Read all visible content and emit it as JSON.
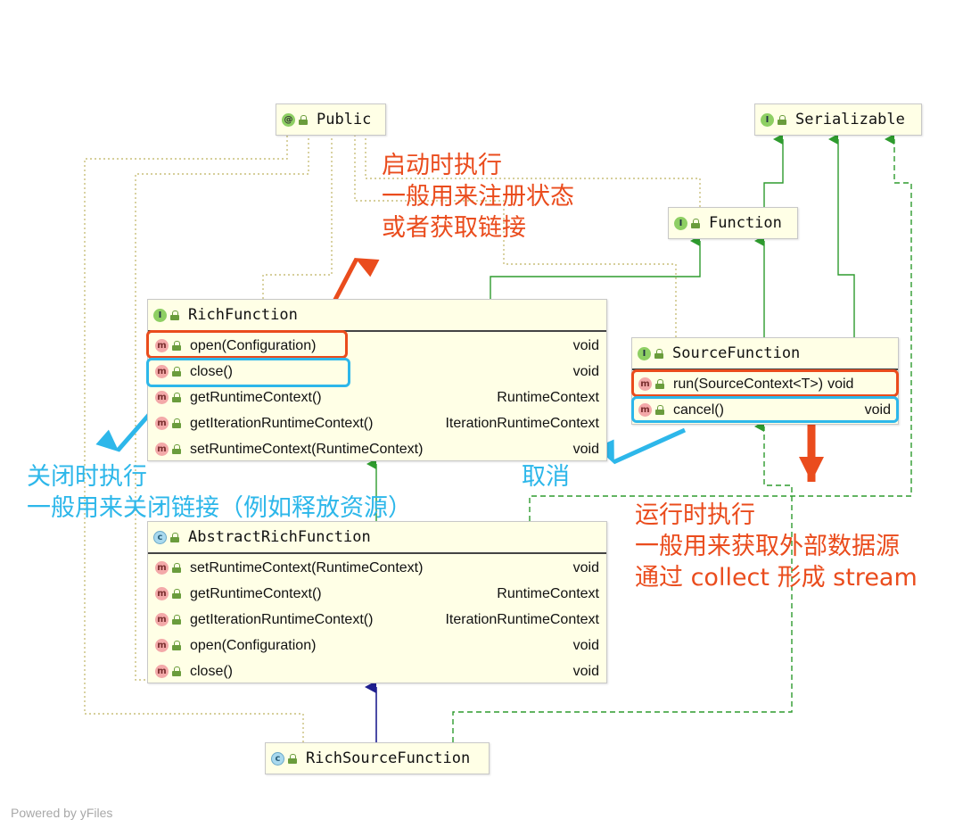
{
  "colors": {
    "node_fill": "#ffffe6",
    "annotation_red": "#ea4c1d",
    "annotation_blue": "#2db7ea",
    "inherit_arrow": "#2e9b2e",
    "extends_arrow": "#1f1f8f",
    "dotted_edge": "#c9bf7a"
  },
  "nodes": {
    "public": {
      "kind": "annotation",
      "badge": "@",
      "name": "Public"
    },
    "serializable": {
      "kind": "interface",
      "badge": "I",
      "name": "Serializable"
    },
    "function": {
      "kind": "interface",
      "badge": "I",
      "name": "Function"
    },
    "rich_function": {
      "kind": "interface",
      "badge": "I",
      "name": "RichFunction",
      "methods": [
        {
          "badge": "m",
          "name": "open(Configuration)",
          "type": "void"
        },
        {
          "badge": "m",
          "name": "close()",
          "type": "void"
        },
        {
          "badge": "m",
          "name": "getRuntimeContext()",
          "type": "RuntimeContext"
        },
        {
          "badge": "m",
          "name": "getIterationRuntimeContext()",
          "type": "IterationRuntimeContext"
        },
        {
          "badge": "m",
          "name": "setRuntimeContext(RuntimeContext)",
          "type": "void"
        }
      ]
    },
    "source_function": {
      "kind": "interface",
      "badge": "I",
      "name": "SourceFunction",
      "methods": [
        {
          "badge": "m",
          "name": "run(SourceContext<T>)",
          "type": "void"
        },
        {
          "badge": "m",
          "name": "cancel()",
          "type": "void"
        }
      ]
    },
    "abstract_rich_function": {
      "kind": "class",
      "badge": "c",
      "name": "AbstractRichFunction",
      "methods": [
        {
          "badge": "m",
          "name": "setRuntimeContext(RuntimeContext)",
          "type": "void"
        },
        {
          "badge": "m",
          "name": "getRuntimeContext()",
          "type": "RuntimeContext"
        },
        {
          "badge": "m",
          "name": "getIterationRuntimeContext()",
          "type": "IterationRuntimeContext"
        },
        {
          "badge": "m",
          "name": "open(Configuration)",
          "type": "void"
        },
        {
          "badge": "m",
          "name": "close()",
          "type": "void"
        }
      ]
    },
    "rich_source_function": {
      "kind": "class",
      "badge": "c",
      "name": "RichSourceFunction"
    }
  },
  "annotations": {
    "open_note": "启动时执行\n一般用来注册状态\n或者获取链接",
    "close_note": "关闭时执行\n一般用来关闭链接（例如释放资源）",
    "cancel_note": "取消",
    "run_note": "运行时执行\n一般用来获取外部数据源\n通过 collect 形成 stream"
  },
  "footer": "Powered by yFiles"
}
